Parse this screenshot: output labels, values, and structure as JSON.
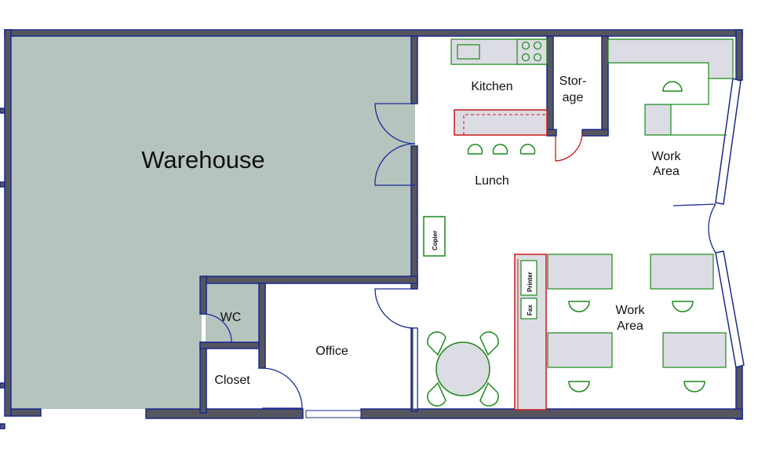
{
  "rooms": {
    "warehouse": "Warehouse",
    "kitchen": "Kitchen",
    "storage_line1": "Stor-",
    "storage_line2": "age",
    "lunch": "Lunch",
    "work_area_top_line1": "Work",
    "work_area_top_line2": "Area",
    "work_area_bottom_line1": "Work",
    "work_area_bottom_line2": "Area",
    "wc": "WC",
    "office": "Office",
    "closet": "Closet"
  },
  "equipment": {
    "copier": "Copier",
    "printer": "Printer",
    "fax": "Fax"
  },
  "colors": {
    "wall": "#555560",
    "wall_outline": "#1a2a8a",
    "warehouse_fill": "#b6c4be",
    "counter_fill": "#dcdce4",
    "furniture_green": "#1a8a1a",
    "accent_red": "#cc1a1a",
    "door_blue": "#1a2a9a"
  }
}
